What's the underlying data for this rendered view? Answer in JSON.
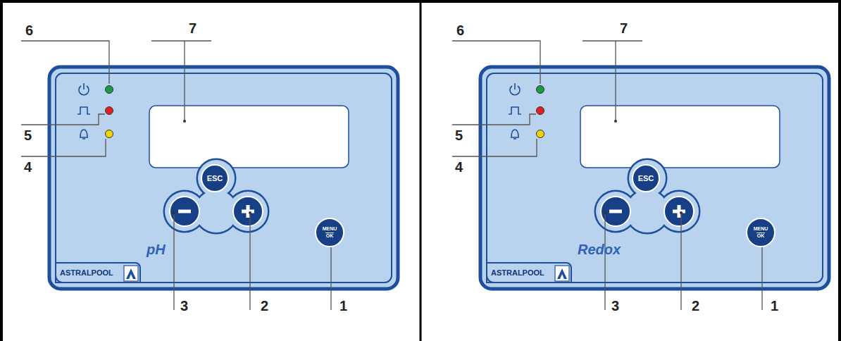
{
  "diagram": {
    "nodes": [
      {
        "text": [
          "pH"
        ]
      },
      {
        "text": [
          "ASTRALPOOL"
        ],
        "in": 0
      },
      {
        "text": [
          "ESC"
        ],
        "in": 0
      },
      {
        "text": [
          "MENU",
          "OK"
        ],
        "in": 0
      },
      {
        "text": [
          "Redox"
        ]
      },
      {
        "text": [
          "ASTRALPOOL"
        ],
        "in": 4
      },
      {
        "text": [
          "ESC"
        ],
        "in": 4
      },
      {
        "text": [
          "MENU",
          "OK"
        ],
        "in": 4
      }
    ],
    "labels": [
      "6",
      "7",
      "5",
      "4",
      "3",
      "2",
      "1",
      "6",
      "7",
      "5",
      "4",
      "3",
      "2",
      "1"
    ]
  }
}
